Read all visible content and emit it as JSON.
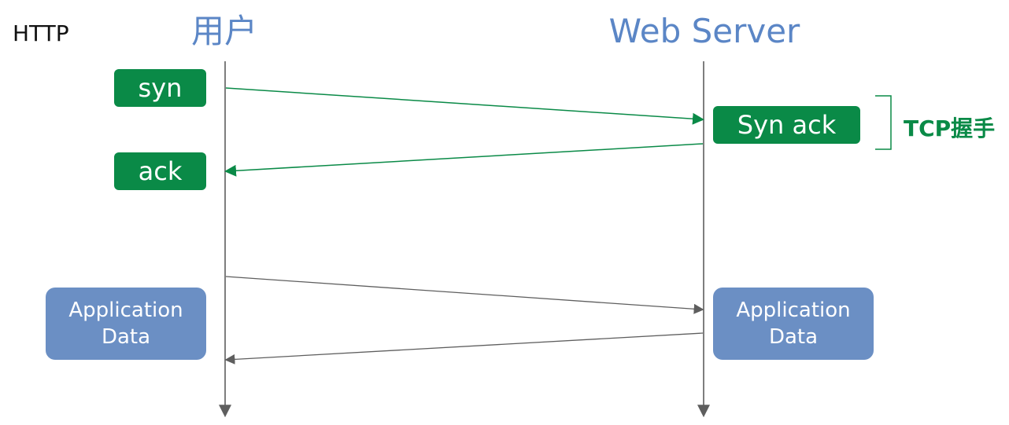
{
  "protocol_label": "HTTP",
  "actors": {
    "client": "用户",
    "server": "Web Server"
  },
  "messages": {
    "syn": "syn",
    "ack": "ack",
    "syn_ack": "Syn ack",
    "client_app_line1": "Application",
    "client_app_line2": "Data",
    "server_app_line1": "Application",
    "server_app_line2": "Data"
  },
  "annotations": {
    "tcp_handshake": "TCP握手"
  },
  "colors": {
    "green": "#0a8a47",
    "blue": "#6b8fc4",
    "title_blue": "#5b86c6",
    "gray_line": "#5e5e5e"
  }
}
